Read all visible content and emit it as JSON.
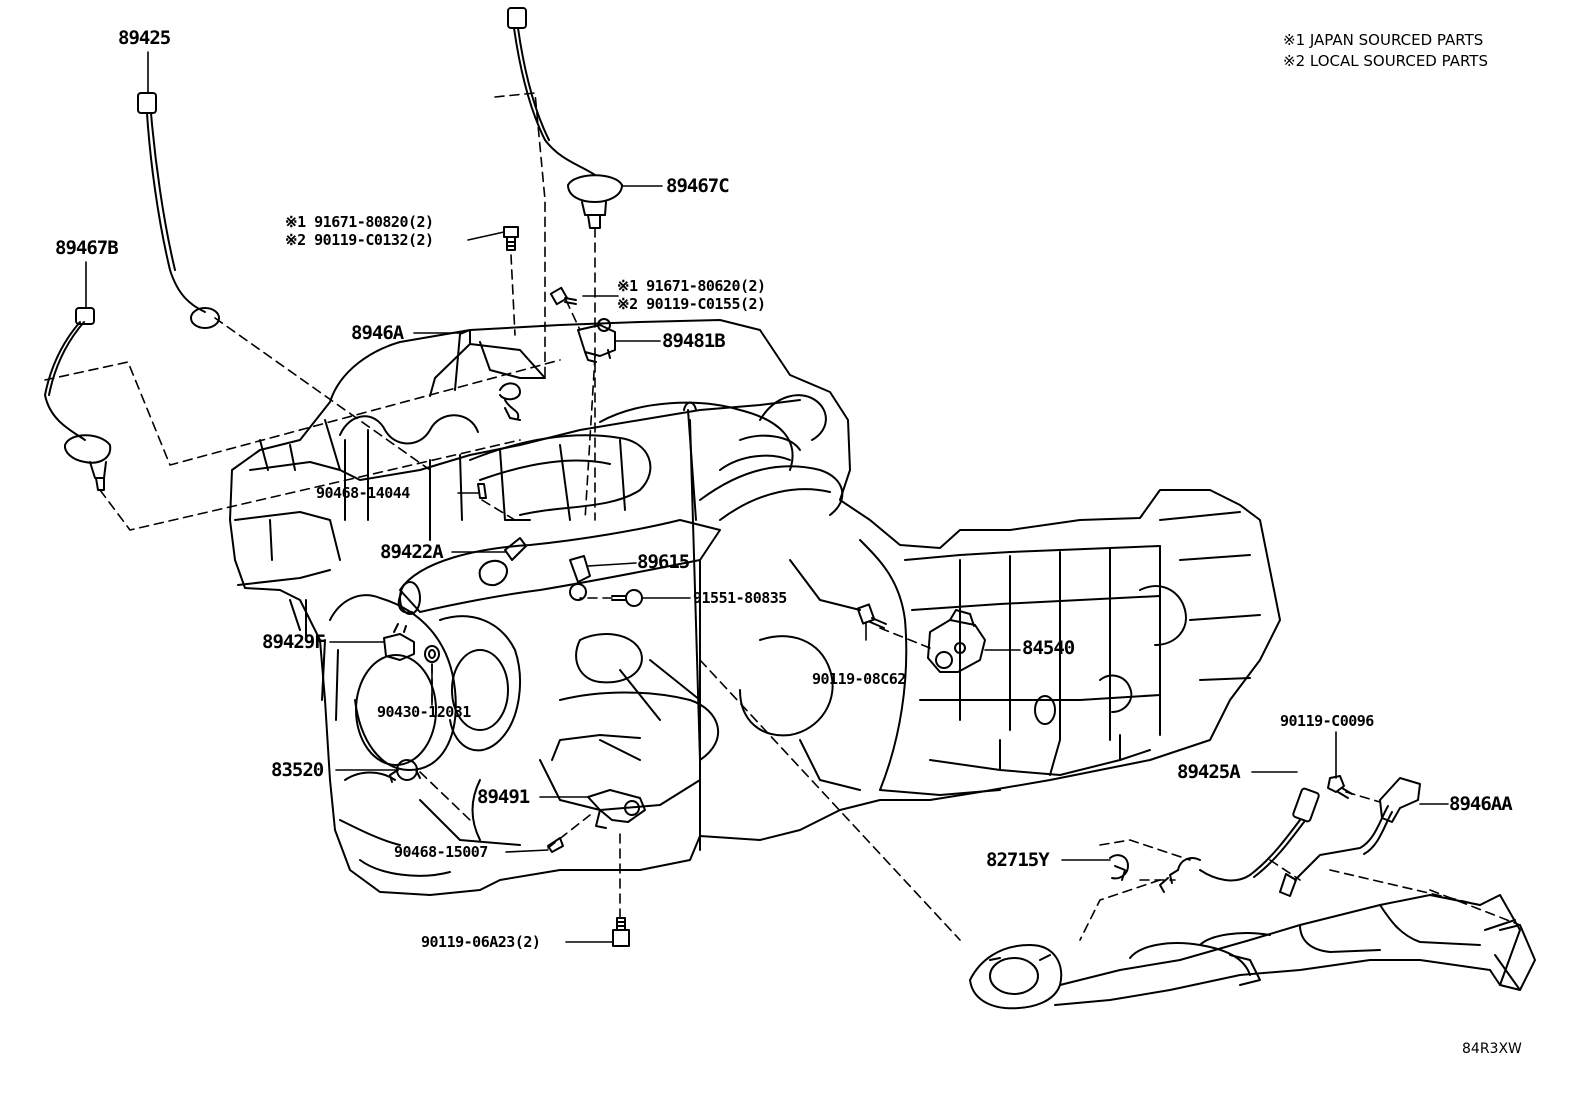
{
  "legend": [
    "※1 JAPAN SOURCED PARTS",
    "※2 LOCAL SOURCED PARTS"
  ],
  "labels": {
    "p89425": "89425",
    "p89467b": "89467B",
    "p89467c": "89467C",
    "b1_line1": "※1 91671-80820(2)",
    "b1_line2": "※2 90119-C0132(2)",
    "b2_line1": "※1 91671-80620(2)",
    "b2_line2": "※2 90119-C0155(2)",
    "p8946a": "8946A",
    "p89481b": "89481B",
    "p90468_14044": "90468-14044",
    "p89422a": "89422A",
    "p89615": "89615",
    "p91551": "91551-80835",
    "p89429f": "89429F",
    "p84540": "84540",
    "p90119_08c62": "90119-08C62",
    "p90430": "90430-12031",
    "p90119_c0096": "90119-C0096",
    "p83520": "83520",
    "p89425a": "89425A",
    "p8946aa": "8946AA",
    "p89491": "89491",
    "p90468_15007": "90468-15007",
    "p82715y": "82715Y",
    "p90119_06a23": "90119-06A23(2)"
  },
  "diagram_code": "84R3XW",
  "colors": {
    "ink": "#000000",
    "paper": "#ffffff"
  }
}
